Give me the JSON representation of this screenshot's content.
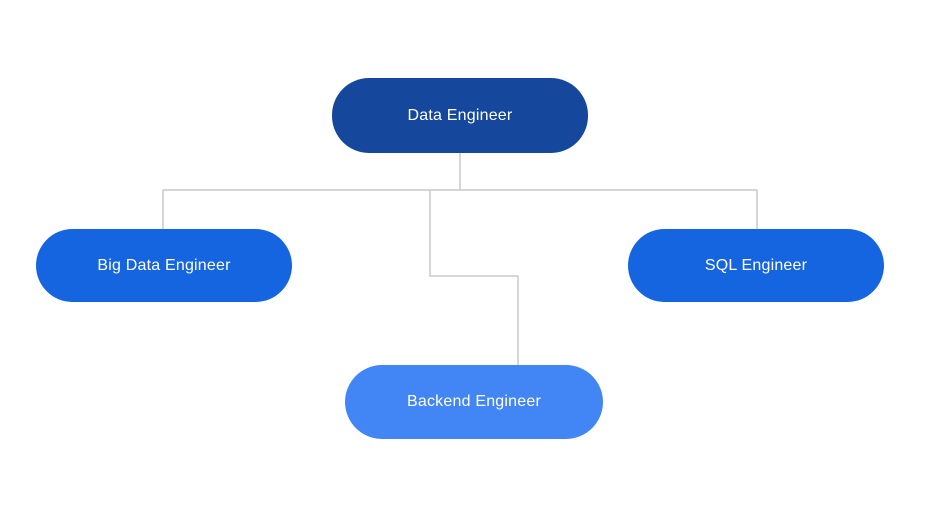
{
  "diagram": {
    "type": "org-chart",
    "background_color": "#ffffff",
    "connector_color": "#c9c9c9",
    "nodes": [
      {
        "id": "data-engineer",
        "label": "Data Engineer",
        "fill": "#15489d",
        "text_color": "#ffffff",
        "role": "root"
      },
      {
        "id": "big-data-engineer",
        "label": "Big Data Engineer",
        "fill": "#1565e0",
        "text_color": "#ffffff",
        "role": "child"
      },
      {
        "id": "sql-engineer",
        "label": "SQL Engineer",
        "fill": "#1565e0",
        "text_color": "#ffffff",
        "role": "child"
      },
      {
        "id": "backend-engineer",
        "label": "Backend Engineer",
        "fill": "#4285f4",
        "text_color": "#ffffff",
        "role": "child"
      }
    ],
    "edges": [
      {
        "from": "data-engineer",
        "to": "big-data-engineer"
      },
      {
        "from": "data-engineer",
        "to": "sql-engineer"
      },
      {
        "from": "data-engineer",
        "to": "backend-engineer"
      }
    ]
  }
}
